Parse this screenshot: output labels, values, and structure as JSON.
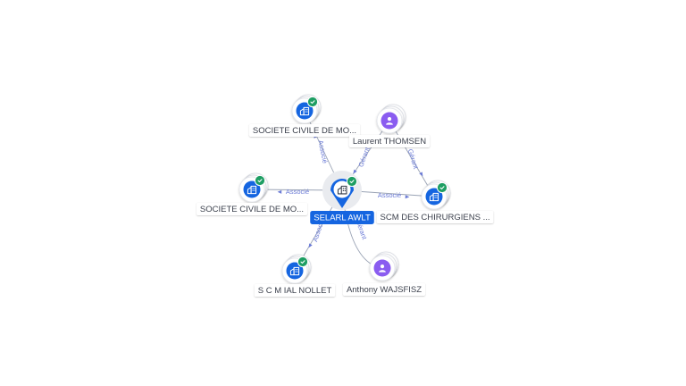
{
  "center": {
    "name": "SELARL AWLT",
    "icon": "building-icon",
    "verified": true,
    "color": "#1565e0"
  },
  "nodes": [
    {
      "id": "n1",
      "label": "SOCIETE CIVILE DE MO...",
      "kind": "company",
      "icon": "building-icon",
      "verified": true
    },
    {
      "id": "n2",
      "label": "Laurent THOMSEN",
      "kind": "person",
      "icon": "person-icon",
      "verified": false
    },
    {
      "id": "n3",
      "label": "SOCIETE CIVILE DE MO...",
      "kind": "company",
      "icon": "building-icon",
      "verified": true
    },
    {
      "id": "n4",
      "label": "SCM DES CHIRURGIENS ...",
      "kind": "company",
      "icon": "building-icon",
      "verified": true
    },
    {
      "id": "n5",
      "label": "S C M IAL NOLLET",
      "kind": "company",
      "icon": "building-icon",
      "verified": true
    },
    {
      "id": "n6",
      "label": "Anthony WAJSFISZ",
      "kind": "person",
      "icon": "person-icon",
      "verified": false
    }
  ],
  "edges": [
    {
      "from": "center",
      "to": "n1",
      "label": "Associé"
    },
    {
      "from": "n2",
      "to": "center",
      "label": "Gérant"
    },
    {
      "from": "center",
      "to": "n3",
      "label": "Associé"
    },
    {
      "from": "center",
      "to": "n4",
      "label": "Associé"
    },
    {
      "from": "n2",
      "to": "n4",
      "label": "Gérant"
    },
    {
      "from": "center",
      "to": "n5",
      "label": "Associé"
    },
    {
      "from": "n6",
      "to": "center",
      "label": "Gérant"
    }
  ],
  "colors": {
    "company": "#1565e0",
    "person": "#8a5cf0",
    "verified": "#1e9e63",
    "edge": "#9aa3b5",
    "edge_label": "#6b7bd6"
  }
}
